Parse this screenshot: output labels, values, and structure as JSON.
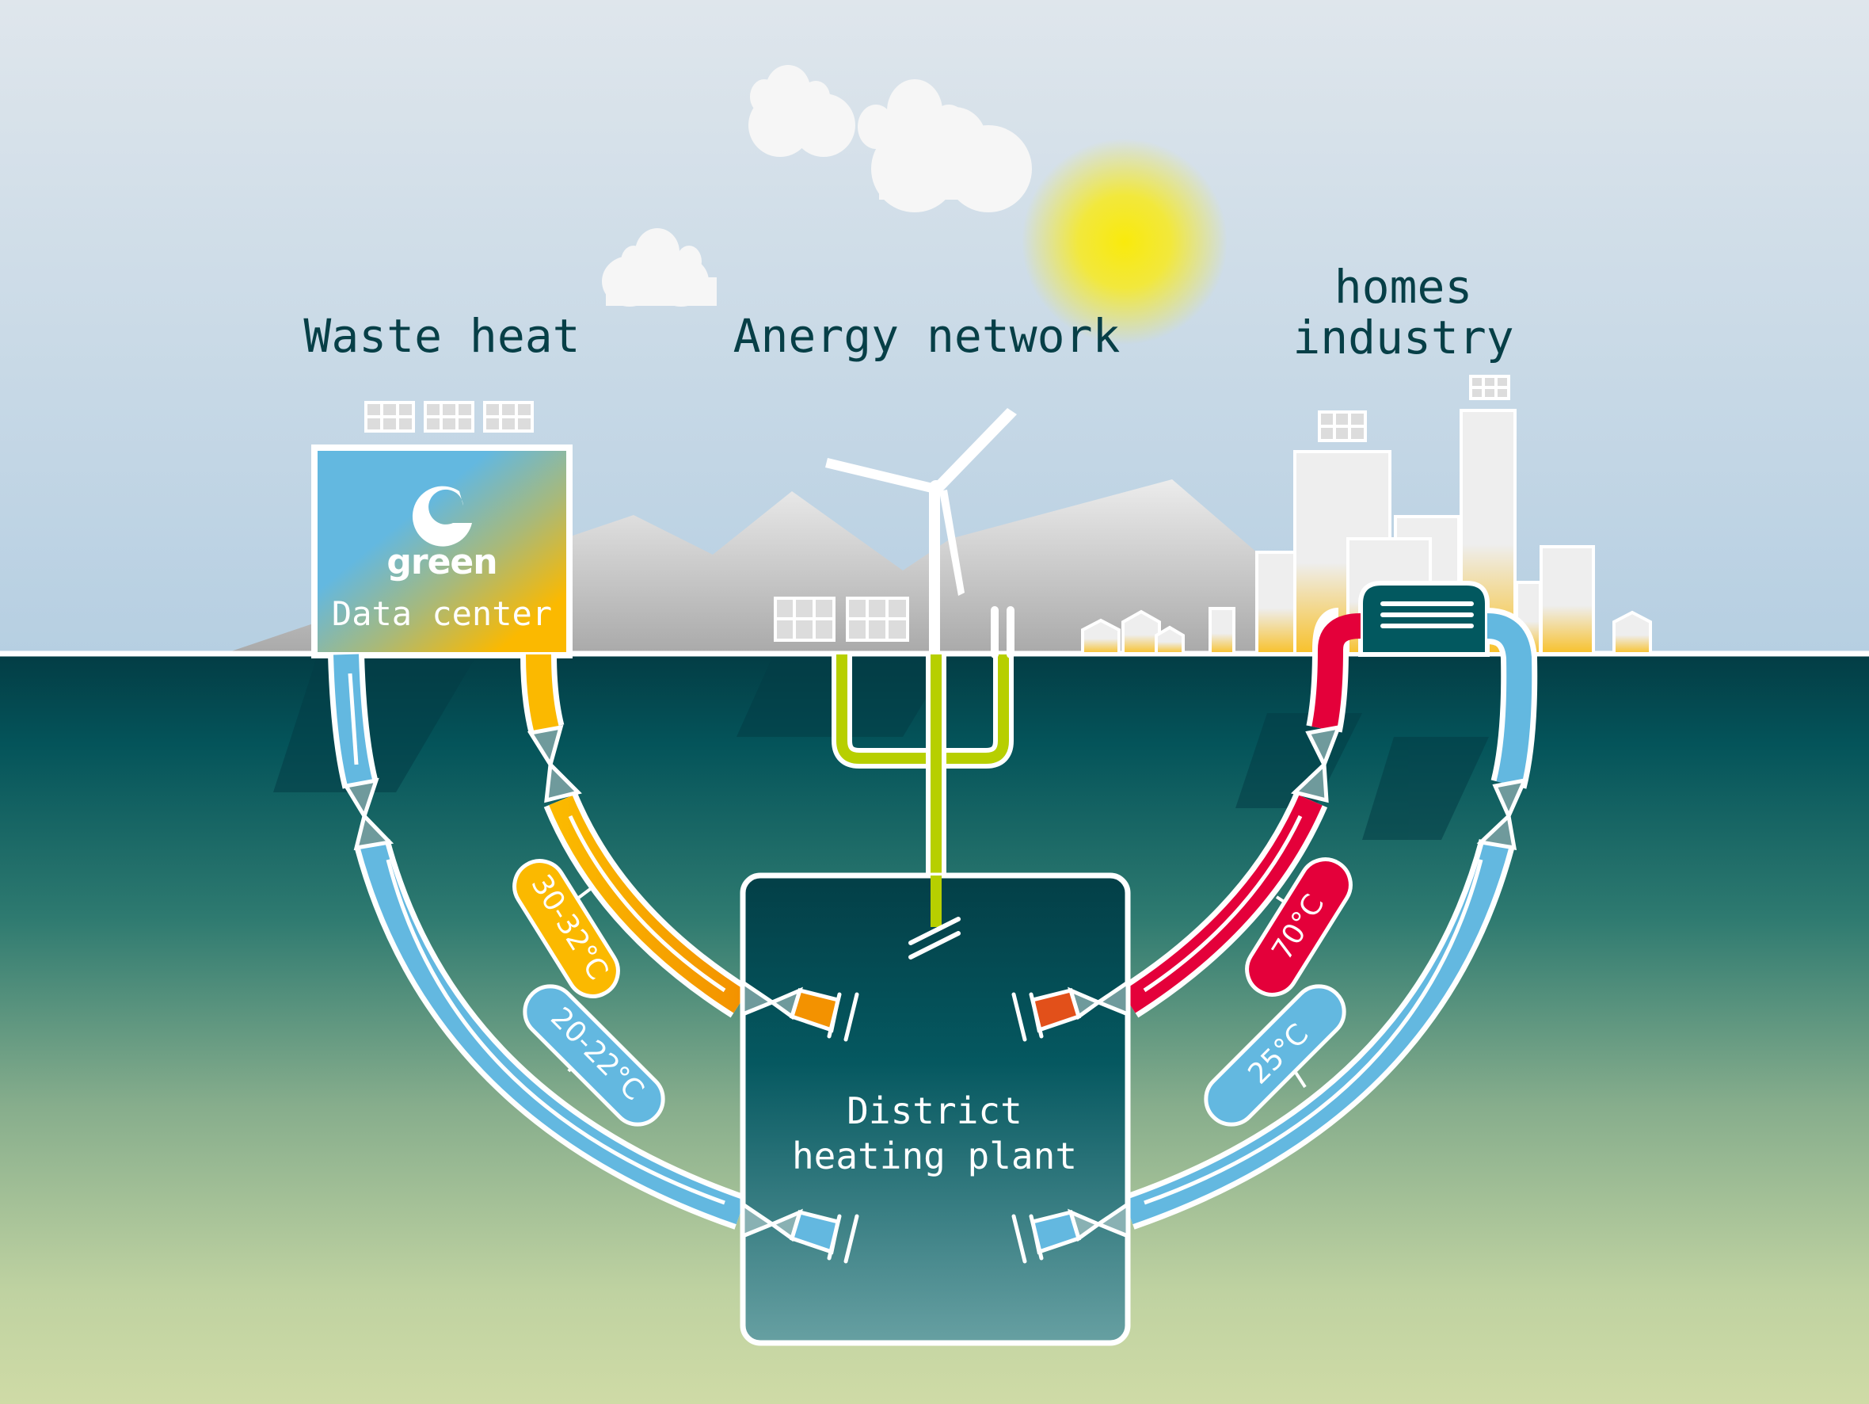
{
  "titles": {
    "waste_heat": "Waste heat",
    "anergy_network": "Anergy network",
    "consumers_line1": "homes",
    "consumers_line2": "industry"
  },
  "data_center": {
    "brand": "green",
    "label": "Data center",
    "icon": "green-logo-icon"
  },
  "plant": {
    "label_line1": "District",
    "label_line2": "heating plant"
  },
  "temperatures": {
    "waste_supply": "30-32°C",
    "waste_return": "20-22°C",
    "consumer_supply": "70°C",
    "consumer_return": "25°C"
  },
  "colors": {
    "text_dark": "#073f47",
    "cold_pipe": "#63b8e0",
    "warm_pipe": "#fbb900",
    "warm_pipe_deep": "#f39200",
    "hot_pipe": "#e4003a",
    "hot_pipe_inner": "#e2501a",
    "anergy_pipe": "#b7cf00",
    "plant_fill": "#02525a",
    "sun": "#f7ea10"
  },
  "icons": [
    "cloud-icon",
    "sun-icon",
    "wind-turbine-icon",
    "solar-panel-icon",
    "mountain-icon",
    "building-icon",
    "heat-exchanger-icon",
    "heat-pump-icon",
    "flow-arrow-icon"
  ]
}
